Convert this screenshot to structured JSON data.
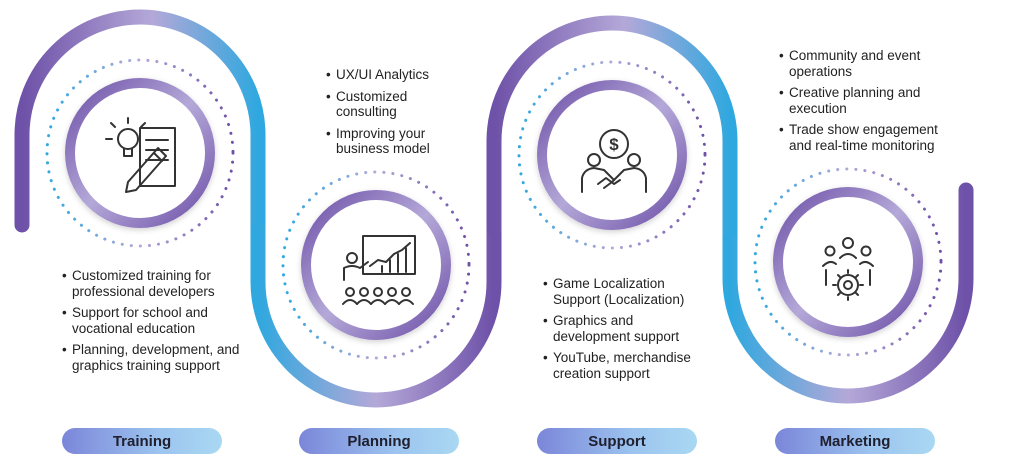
{
  "stages": [
    {
      "title": "Training",
      "icon": "idea-pencil-icon",
      "items": [
        "Customized training for professional developers",
        "Support for school and vocational education",
        "Planning, development, and graphics training support"
      ]
    },
    {
      "title": "Planning",
      "icon": "presentation-audience-icon",
      "items": [
        "UX/UI Analytics",
        "Customized consulting",
        "Improving your business model"
      ]
    },
    {
      "title": "Support",
      "icon": "handshake-dollar-icon",
      "items": [
        "Game Localization Support (Localization)",
        "Graphics and development support",
        "YouTube, merchandise creation support"
      ]
    },
    {
      "title": "Marketing",
      "icon": "team-gear-icon",
      "items": [
        "Community and event operations",
        "Creative planning and execution",
        "Trade show engagement and real-time monitoring"
      ]
    }
  ],
  "colors": {
    "purple": "#6e51a8",
    "lavender": "#b4a8d8",
    "blue": "#2fa8df",
    "text": "#222222"
  }
}
